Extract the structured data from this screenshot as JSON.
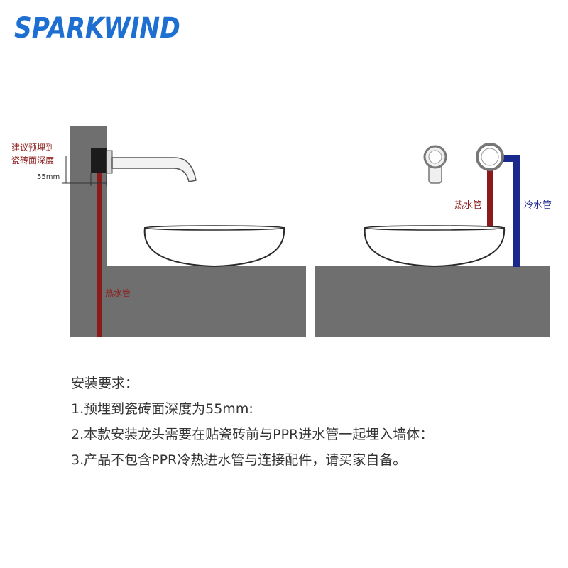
{
  "brand": {
    "logo_text": "SPARKWIND",
    "logo_color": "#1d6fd1"
  },
  "diagram": {
    "left_panel": {
      "depth_label_line1": "建议预埋到",
      "depth_label_line2": "瓷砖面深度",
      "depth_value": "55mm",
      "hot_pipe_label": "热水管"
    },
    "right_panel": {
      "hot_pipe_label": "热水管",
      "cold_pipe_label": "冷水管"
    },
    "colors": {
      "wall": "#6f6f6f",
      "hot_pipe": "#8b1a1a",
      "cold_pipe": "#1a2a8c",
      "basin_fill": "#ffffff",
      "basin_stroke": "#2a2a2a"
    }
  },
  "instructions": {
    "title": "安装要求：",
    "items": [
      "1.预埋到瓷砖面深度为55mm:",
      "2.本款安装龙头需要在贴瓷砖前与PPR进水管一起埋入墙体：",
      "3.产品不包含PPR冷热进水管与连接配件，请买家自备。"
    ]
  }
}
